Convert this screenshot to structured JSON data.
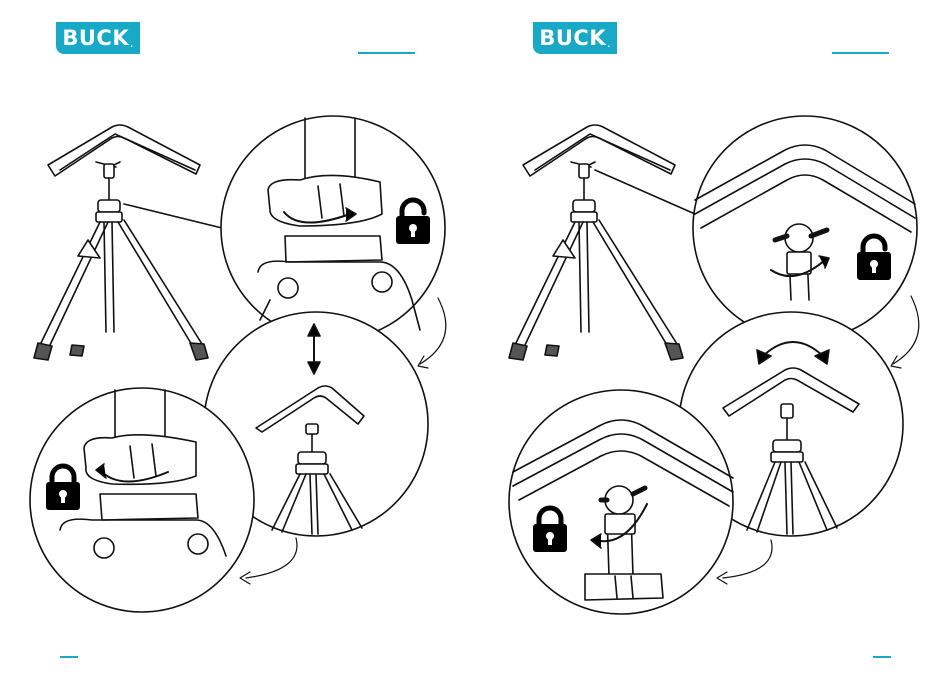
{
  "brand": {
    "logo_text": "BUCK",
    "logo_dot": ".",
    "accent_color": "#17a9c6"
  },
  "pages": [
    {
      "side": "left",
      "step_icons": [
        "unlock-icon",
        "lock-icon"
      ],
      "motion_icons": [
        "rotate-arrow-icon",
        "vertical-arrow-icon",
        "curved-arrow-icon"
      ]
    },
    {
      "side": "right",
      "step_icons": [
        "unlock-icon",
        "lock-icon"
      ],
      "motion_icons": [
        "rotate-arrow-icon",
        "curved-arrow-icon"
      ]
    }
  ]
}
